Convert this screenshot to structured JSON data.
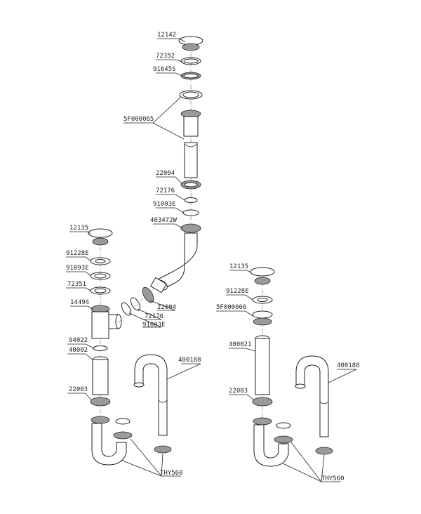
{
  "labels": {
    "p12142": "12142",
    "p72352": "72352",
    "p91645s": "91645S",
    "p5f000065": "5F000065",
    "p22004a": "22004",
    "p72176a": "72176",
    "p91003ea": "91003E",
    "p403472w": "403472W",
    "p12135a": "12135",
    "p91228ea": "91228E",
    "p91093e": "91093E",
    "p72351": "72351",
    "p14494": "14494",
    "p22004b": "22004",
    "p72176b": "72176",
    "p91003eb": "91003E",
    "p94022": "94022",
    "p40002": "40002",
    "p22003a": "22003",
    "p400188a": "400188",
    "pthy560a": "THY560",
    "p12135b": "12135",
    "p91228eb": "91228E",
    "p5f000066": "5F000066",
    "p400021": "400021",
    "p22003b": "22003",
    "p400188b": "400188",
    "pthy560b": "THY560"
  }
}
